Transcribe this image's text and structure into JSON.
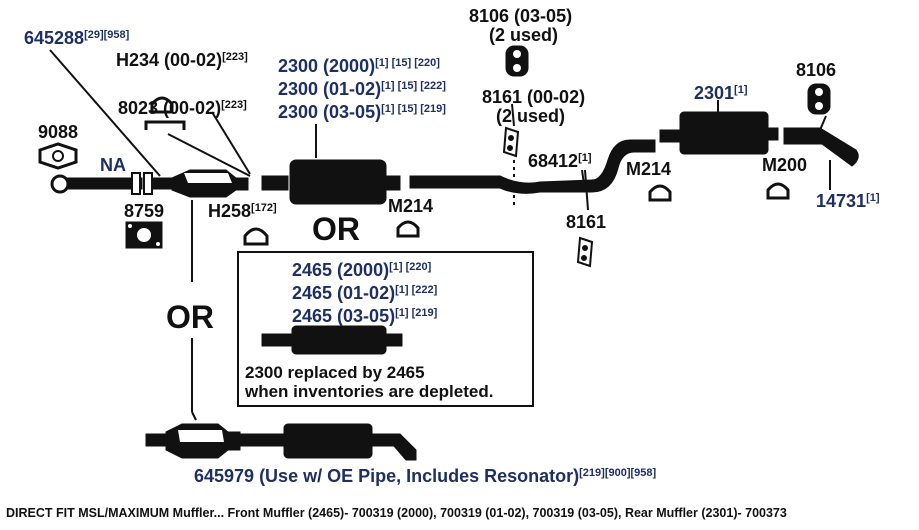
{
  "labels": {
    "p645288": {
      "text": "645288",
      "refs": "[29][958]"
    },
    "h234": {
      "text": "H234 (00-02)",
      "refs": "[223]"
    },
    "p8023": {
      "text": "8023 (00-02)",
      "refs": "[223]"
    },
    "p9088": {
      "text": "9088",
      "refs": ""
    },
    "na": {
      "text": "NA",
      "refs": ""
    },
    "p8759": {
      "text": "8759",
      "refs": ""
    },
    "h258": {
      "text": "H258",
      "refs": "[172]"
    },
    "p2300a": {
      "text": "2300 (2000)",
      "refs": "[1] [15] [220]"
    },
    "p2300b": {
      "text": "2300 (01-02)",
      "refs": "[1] [15] [222]"
    },
    "p2300c": {
      "text": "2300 (03-05)",
      "refs": "[1] [15] [219]"
    },
    "p8106a": {
      "text": "8106 (03-05)",
      "refs": ""
    },
    "p8106a_sub": {
      "text": "(2 used)",
      "refs": ""
    },
    "p8161a": {
      "text": "8161 (00-02)",
      "refs": ""
    },
    "p8161a_sub": {
      "text": "(2 used)",
      "refs": ""
    },
    "p2301": {
      "text": "2301",
      "refs": "[1]"
    },
    "p8106b": {
      "text": "8106",
      "refs": ""
    },
    "p68412": {
      "text": "68412",
      "refs": "[1]"
    },
    "m214a": {
      "text": "M214",
      "refs": ""
    },
    "m214b": {
      "text": "M214",
      "refs": ""
    },
    "m200": {
      "text": "M200",
      "refs": ""
    },
    "p14731": {
      "text": "14731",
      "refs": "[1]"
    },
    "p8161b": {
      "text": "8161",
      "refs": ""
    },
    "or1": {
      "text": "OR",
      "refs": ""
    },
    "or2": {
      "text": "OR",
      "refs": ""
    },
    "p2465a": {
      "text": "2465 (2000)",
      "refs": "[1] [220]"
    },
    "p2465b": {
      "text": "2465 (01-02)",
      "refs": "[1] [222]"
    },
    "p2465c": {
      "text": "2465 (03-05)",
      "refs": "[1] [219]"
    },
    "p645979": {
      "text": "645979 (Use w/ OE Pipe, Includes Resonator)",
      "refs": "[219][900][958]"
    }
  },
  "note": {
    "line1": "2300 replaced by 2465",
    "line2": "when inventories are depleted."
  },
  "footer": "DIRECT FIT MSL/MAXIMUM Muffler... Front Muffler (2465)- 700319 (2000), 700319 (01-02), 700319 (03-05), Rear Muffler (2301)- 700373",
  "colors": {
    "label_blue": "#1f2f62",
    "ink": "#111111"
  }
}
